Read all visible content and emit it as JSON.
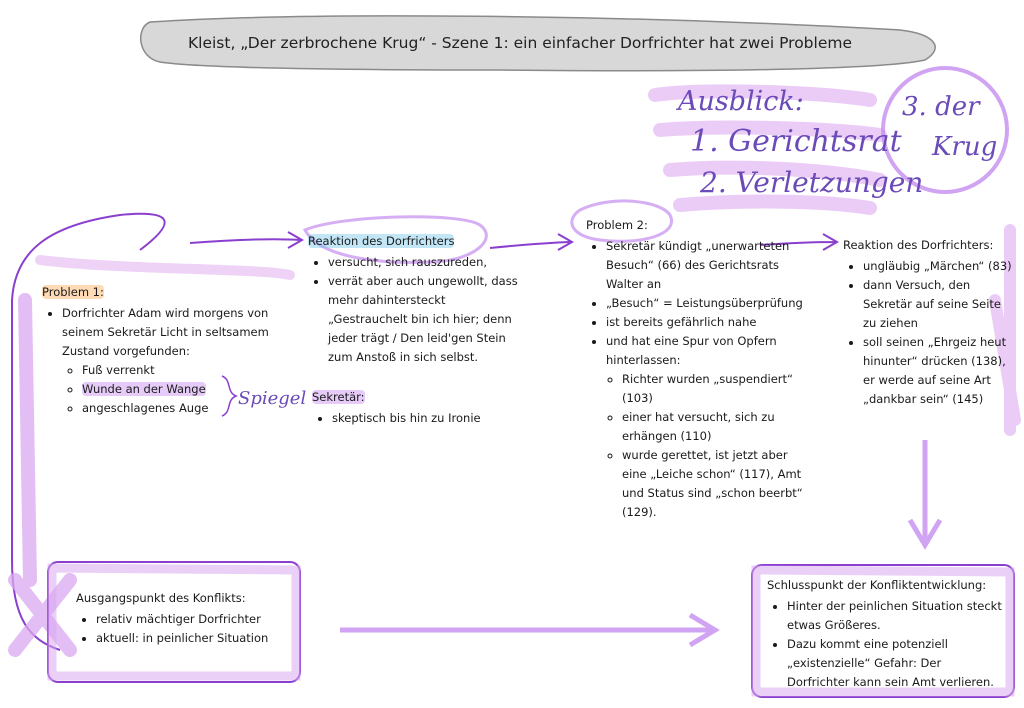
{
  "title": "Kleist, „Der zerbrochene Krug“ - Szene 1: ein einfacher Dorfrichter hat zwei Probleme",
  "ausblick": {
    "heading": "Ausblick:",
    "item1": "1. Gerichtsrat",
    "item2": "2. Verletzungen",
    "item3a": "3. der",
    "item3b": "Krug"
  },
  "spiegel": "Spiegel",
  "problem1": {
    "heading": "Problem 1:",
    "text": "Dorfrichter Adam wird morgens von seinem Sekretär Licht in seltsamem Zustand vorgefunden:",
    "sub": [
      "Fuß verrenkt",
      "Wunde an der Wange",
      "angeschlagenes Auge"
    ]
  },
  "reaktion1": {
    "heading": "Reaktion des Dorfrichters",
    "items": [
      "versucht, sich rauszureden,",
      "verrät aber auch ungewollt, dass mehr dahintersteckt „Gestrauchelt bin ich hier; denn jeder trägt / Den leid'gen Stein zum Anstoß in sich selbst."
    ]
  },
  "sekretaer": {
    "heading": "Sekretär:",
    "items": [
      "skeptisch bis hin zu Ironie"
    ]
  },
  "problem2": {
    "heading": "Problem 2:",
    "items": [
      "Sekretär kündigt „unerwarteten Besuch“ (66) des Gerichtsrats Walter an",
      "„Besuch“ = Leistungsüberprüfung",
      "ist bereits gefährlich nahe",
      "und hat eine Spur von Opfern hinterlassen:"
    ],
    "sub": [
      "Richter wurden „suspendiert“ (103)",
      "einer hat versucht, sich zu erhängen (110)",
      "wurde gerettet, ist jetzt aber eine „Leiche schon“ (117), Amt und Status sind „schon beerbt“ (129)."
    ]
  },
  "reaktion2": {
    "heading": "Reaktion des Dorfrichters:",
    "items": [
      "ungläubig „Märchen“ (83)",
      "dann Versuch, den Sekretär auf seine Seite zu ziehen",
      "soll seinen „Ehrgeiz heut hinunter“ drücken (138), er werde auf seine Art „dankbar sein“ (145)"
    ]
  },
  "ausgang": {
    "heading": "Ausgangspunkt des Konflikts:",
    "items": [
      "relativ mächtiger Dorfrichter",
      "aktuell: in peinlicher Situation"
    ]
  },
  "schluss": {
    "heading": "Schlusspunkt der Konfliktentwicklung:",
    "items": [
      "Hinter der peinlichen Situation steckt etwas Größeres.",
      "Dazu kommt eine potenziell „existenzielle“ Gefahr: Der Dorfrichter kann sein Amt verlieren."
    ]
  },
  "colors": {
    "marker_purple": "#c58cf0",
    "marker_orange": "#ffaf5a",
    "marker_pink": "#fa78aa",
    "marker_blue": "#78c8eb",
    "cloud_gray": "#d0d0d0"
  }
}
